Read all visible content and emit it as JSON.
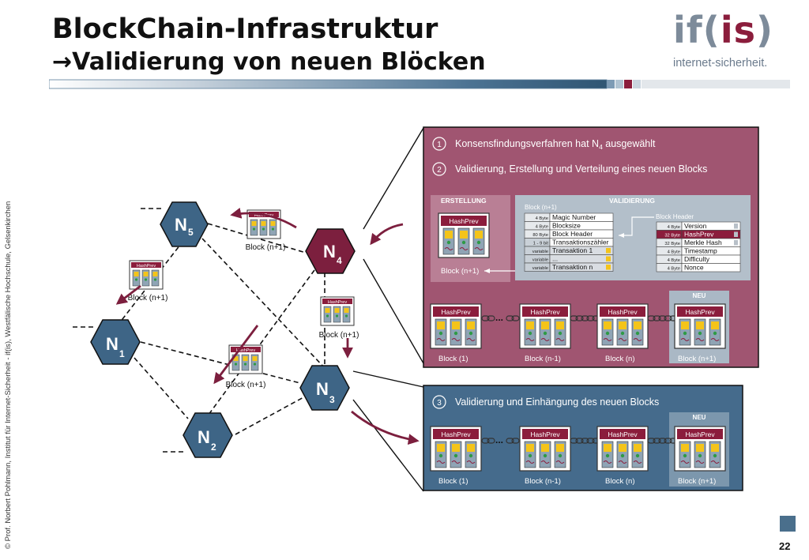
{
  "header": {
    "title": "BlockChain-Infrastruktur",
    "subtitle_arrow": "→",
    "subtitle": "Validierung von neuen Blöcken"
  },
  "logo": {
    "part1": "if",
    "part2": "(",
    "part3": "is",
    "part4": ")",
    "subtitle": "internet-sicherheit.",
    "colors": {
      "gray": "#7d8b9a",
      "red": "#8b1d3c"
    }
  },
  "sidebar_text": "© Prof. Norbert Pohlmann, Institut für Internet-Sicherheit - if(is), Westfälische Hochschule, Gelsenkirchen",
  "page_number": "22",
  "colors": {
    "node": "#3e6586",
    "accent": "#7c1f3e",
    "panel_red": "#a05571",
    "panel_blue": "#456b8c",
    "block_header": "#8b1d3c"
  },
  "nodes": [
    {
      "id": "n5",
      "letter": "N",
      "sub": "5"
    },
    {
      "id": "n4",
      "letter": "N",
      "sub": "4"
    },
    {
      "id": "n1",
      "letter": "N",
      "sub": "1"
    },
    {
      "id": "n3",
      "letter": "N",
      "sub": "3"
    },
    {
      "id": "n2",
      "letter": "N",
      "sub": "2"
    }
  ],
  "floating_blocks": {
    "header": "HashPrev",
    "label": "Block (n+1)"
  },
  "panel_top": {
    "step1_num": "1",
    "step1_text": "Konsensfindungsverfahren hat N",
    "step1_sub": "4",
    "step1_tail": " ausgewählt",
    "step2_num": "2",
    "step2_text": "Validierung, Erstellung und Verteilung eines neuen Blocks",
    "erstellung_label": "ERSTELLUNG",
    "validierung_label": "VALIDIERUNG",
    "block_label": "Block (n+1)",
    "block_structure": [
      {
        "size": "4 Byte",
        "field": "Magic Number"
      },
      {
        "size": "4 Byte",
        "field": "Blocksize"
      },
      {
        "size": "80 Byte",
        "field": "Block Header"
      },
      {
        "size": "1 - 9 bit",
        "field": "Transaktionszähler"
      },
      {
        "size": "variable",
        "field": "Transaktion 1"
      },
      {
        "size": "variable",
        "field": "..."
      },
      {
        "size": "variable",
        "field": "Transaktion n"
      }
    ],
    "block_header_label": "Block Header",
    "block_header": [
      {
        "size": "4 Byte",
        "field": "Version"
      },
      {
        "size": "32 Byte",
        "field": "HashPrev"
      },
      {
        "size": "32 Byte",
        "field": "Merkle Hash"
      },
      {
        "size": "4 Byte",
        "field": "Timestamp"
      },
      {
        "size": "4 Byte",
        "field": "Difficulty"
      },
      {
        "size": "4 Byte",
        "field": "Nonce"
      }
    ],
    "neu_label": "NEU",
    "chain": [
      "Block (1)",
      "Block (n-1)",
      "Block (n)",
      "Block (n+1)"
    ],
    "ellipsis": "..."
  },
  "panel_bottom": {
    "step3_num": "3",
    "step3_text": "Validierung und Einhängung des neuen Blocks",
    "neu_label": "NEU",
    "chain": [
      "Block (1)",
      "Block (n-1)",
      "Block (n)",
      "Block (n+1)"
    ],
    "ellipsis": "..."
  }
}
